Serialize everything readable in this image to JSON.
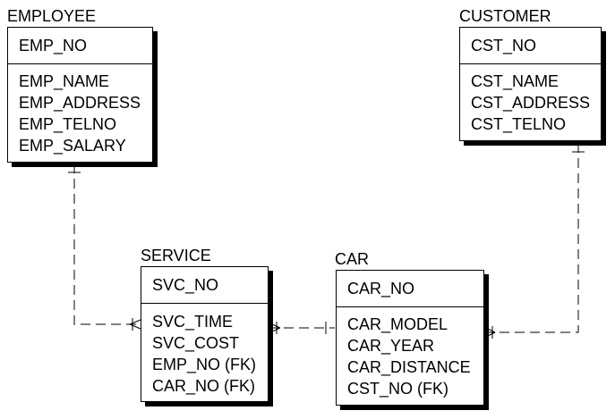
{
  "entities": {
    "employee": {
      "title": "EMPLOYEE",
      "key": [
        "EMP_NO"
      ],
      "attributes": [
        "EMP_NAME",
        "EMP_ADDRESS",
        "EMP_TELNO",
        "EMP_SALARY"
      ]
    },
    "customer": {
      "title": "CUSTOMER",
      "key": [
        "CST_NO"
      ],
      "attributes": [
        "CST_NAME",
        "CST_ADDRESS",
        "CST_TELNO"
      ]
    },
    "service": {
      "title": "SERVICE",
      "key": [
        "SVC_NO"
      ],
      "attributes": [
        "SVC_TIME",
        "SVC_COST",
        "EMP_NO (FK)",
        "CAR_NO (FK)"
      ]
    },
    "car": {
      "title": "CAR",
      "key": [
        "CAR_NO"
      ],
      "attributes": [
        "CAR_MODEL",
        "CAR_YEAR",
        "CAR_DISTANCE",
        "CST_NO (FK)"
      ]
    }
  },
  "relationships": [
    {
      "from": "EMPLOYEE",
      "to": "SERVICE",
      "from_end": "one",
      "to_end": "many",
      "line": "dashed"
    },
    {
      "from": "CAR",
      "to": "SERVICE",
      "from_end": "one",
      "to_end": "many",
      "line": "dashed"
    },
    {
      "from": "CUSTOMER",
      "to": "CAR",
      "from_end": "one",
      "to_end": "many",
      "line": "dashed"
    }
  ]
}
